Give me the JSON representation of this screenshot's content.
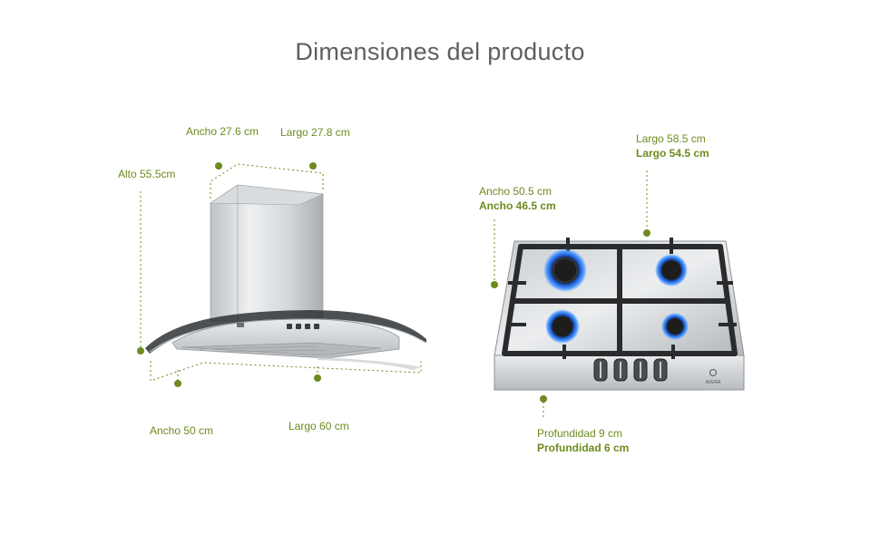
{
  "title": "Dimensiones del producto",
  "accent_color": "#6d8b1f",
  "hood": {
    "labels": {
      "top_width": "Ancho 27.6 cm",
      "top_length": "Largo 27.8 cm",
      "height": "Alto 55.5cm",
      "bottom_width": "Ancho 50 cm",
      "bottom_length": "Largo 60 cm"
    }
  },
  "cooktop": {
    "brand": "AVERA",
    "labels": {
      "length_outer": "Largo 58.5 cm",
      "length_inner": "Largo 54.5 cm",
      "width_outer": "Ancho 50.5 cm",
      "width_inner": "Ancho 46.5 cm",
      "depth_outer": "Profundidad 9 cm",
      "depth_inner": "Profundidad 6 cm"
    }
  }
}
